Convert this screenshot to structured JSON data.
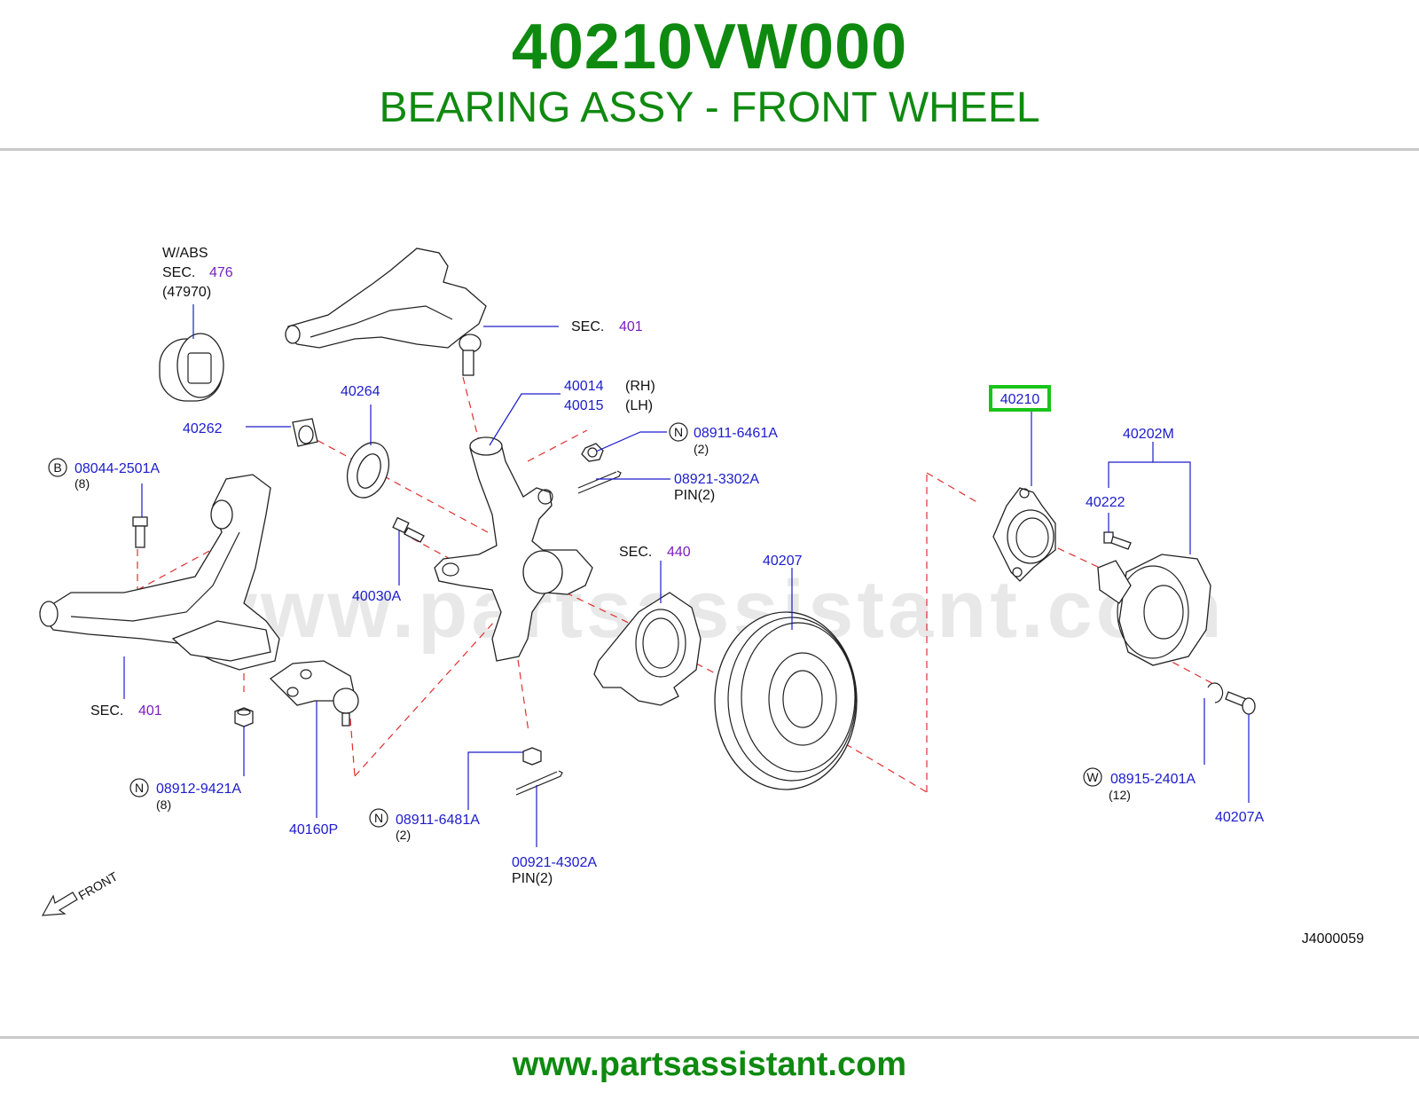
{
  "header": {
    "part_number": "40210VW000",
    "description": "BEARING ASSY - FRONT WHEEL"
  },
  "footer": {
    "url": "www.partsassistant.com"
  },
  "watermark": "www.partsassistant.com",
  "diagram": {
    "id": "J4000059",
    "front_label": "FRONT",
    "sec": "SEC.",
    "abs_note": {
      "line1": "W/ABS",
      "sec_num": "476",
      "line3": "(47970)"
    },
    "highlighted_part": "40210",
    "sec_refs": {
      "upper": "401",
      "lower": "401",
      "plate": "440"
    },
    "callouts": {
      "p40262": "40262",
      "p40264": "40264",
      "p40014": "40014",
      "p40014_side": "(RH)",
      "p40015": "40015",
      "p40015_side": "(LH)",
      "nut1_letter": "N",
      "nut1": "08911-6461A",
      "nut1_qty": "(2)",
      "pin1": "08921-3302A",
      "pin1_sub": "PIN(2)",
      "bolt_letter": "B",
      "bolt": "08044-2501A",
      "bolt_qty": "(8)",
      "p40030A": "40030A",
      "p40207": "40207",
      "p40202M": "40202M",
      "p40222": "40222",
      "nut2_letter": "N",
      "nut2": "08912-9421A",
      "nut2_qty": "(8)",
      "p40160P": "40160P",
      "nut3_letter": "N",
      "nut3": "08911-6481A",
      "nut3_qty": "(2)",
      "pin2": "00921-4302A",
      "pin2_sub": "PIN(2)",
      "washer_letter": "W",
      "washer": "08915-2401A",
      "washer_qty": "(12)",
      "p40207A": "40207A"
    }
  },
  "colors": {
    "brand_green": "#0f8a10",
    "callout_blue": "#1c1ccc",
    "section_purple": "#7a1fbf",
    "highlight_green": "#19c419",
    "dashed_red": "#e03030"
  }
}
